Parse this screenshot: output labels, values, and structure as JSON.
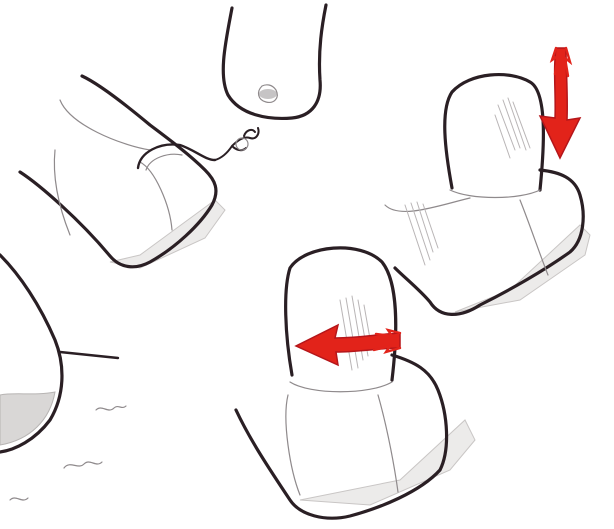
{
  "illustration": {
    "panels": [
      {
        "id": "top-left",
        "subject": "lamb-chunk-with-string"
      },
      {
        "id": "right",
        "subject": "press-down-arrow"
      },
      {
        "id": "bottom-middle",
        "subject": "rotate-arrow"
      },
      {
        "id": "bottom-left",
        "subject": "partial-lamb-cut"
      }
    ],
    "arrows": [
      {
        "name": "down-arrow",
        "direction": "down"
      },
      {
        "name": "left-arrow",
        "direction": "left"
      }
    ]
  },
  "colors": {
    "ink": "#2a1f24",
    "arrow_red": "#e2231a",
    "arrow_dark_red": "#b5161a",
    "shadow_gray": "#ecebea",
    "background": "#ffffff"
  }
}
